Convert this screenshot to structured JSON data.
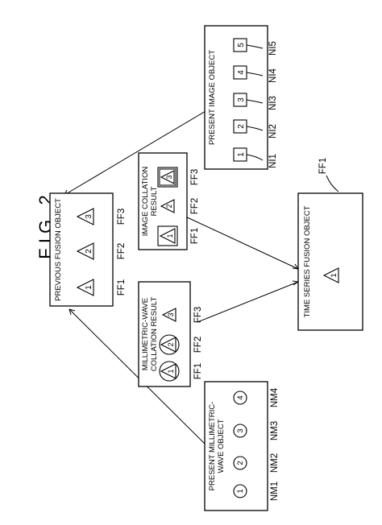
{
  "figure_title": "F I G . 2",
  "previous_fusion": {
    "title": "PREVIOUS FUSION OBJECT",
    "items": [
      {
        "num": "1",
        "label": "FF1"
      },
      {
        "num": "2",
        "label": "FF2"
      },
      {
        "num": "3",
        "label": "FF3"
      }
    ]
  },
  "present_image": {
    "title": "PRESENT IMAGE OBJECT",
    "items": [
      {
        "num": "1",
        "label": "NI1"
      },
      {
        "num": "2",
        "label": "NI2"
      },
      {
        "num": "3",
        "label": "NI3"
      },
      {
        "num": "4",
        "label": "NI4"
      },
      {
        "num": "5",
        "label": "NI5"
      }
    ]
  },
  "image_collation": {
    "title_line1": "IMAGE COLLATION",
    "title_line2": "RESULT",
    "items": [
      {
        "num": "1",
        "label": "FF1"
      },
      {
        "num": "2",
        "label": "FF2"
      },
      {
        "num": "3",
        "label": "FF3"
      }
    ]
  },
  "millimetric_collation": {
    "title_line1": "MILLIMETRIC-WAVE",
    "title_line2": "COLLATION RESULT",
    "items": [
      {
        "num": "1",
        "label": "FF1"
      },
      {
        "num": "2",
        "label": "FF2"
      },
      {
        "num": "3",
        "label": "FF3"
      }
    ]
  },
  "present_millimetric": {
    "title_line1": "PRESENT MILLIMETRIC-",
    "title_line2": "WAVE OBJECT",
    "items": [
      {
        "num": "1",
        "label": "NM1"
      },
      {
        "num": "2",
        "label": "NM2"
      },
      {
        "num": "3",
        "label": "NM3"
      },
      {
        "num": "4",
        "label": "NM4"
      }
    ]
  },
  "time_series": {
    "title": "TIME SERIES FUSION OBJECT",
    "item_num": "1",
    "callout": "FF1"
  }
}
